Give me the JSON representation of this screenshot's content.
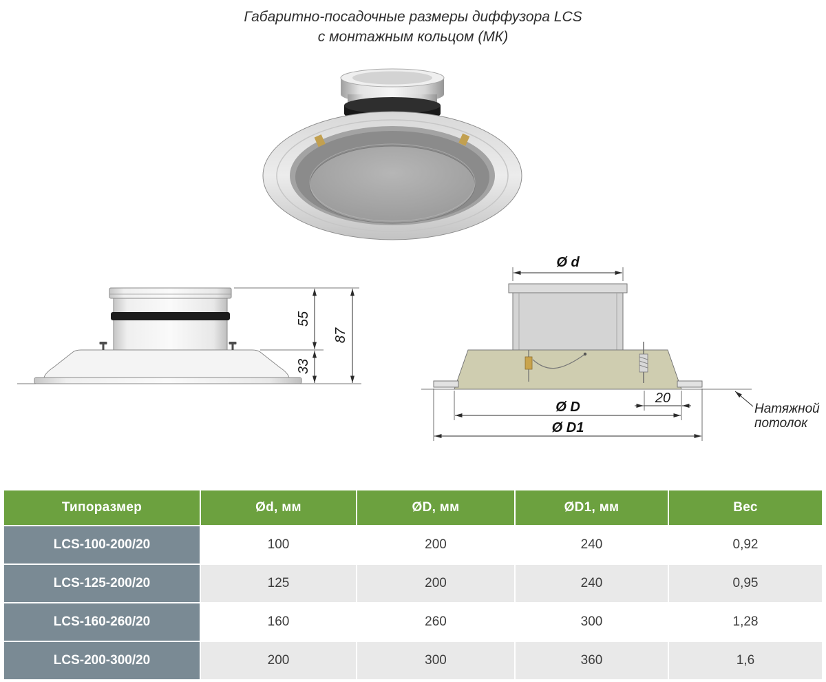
{
  "title": {
    "line1": "Габаритно-посадочные размеры диффузора LCS",
    "line2": "с монтажным кольцом (МК)"
  },
  "side_view": {
    "dim_top": "55",
    "dim_overall": "87",
    "dim_bottom": "33"
  },
  "section_view": {
    "dim_neck": "Ø d",
    "dim_body": "Ø D",
    "dim_flange": "Ø D1",
    "dim_offset": "20",
    "ceiling_label": [
      "Натяжной",
      "потолок"
    ]
  },
  "table": {
    "headers": [
      "Типоразмер",
      "Ød, мм",
      "ØD, мм",
      "ØD1, мм",
      "Вес"
    ],
    "rows": [
      [
        "LCS-100-200/20",
        "100",
        "200",
        "240",
        "0,92"
      ],
      [
        "LCS-125-200/20",
        "125",
        "200",
        "240",
        "0,95"
      ],
      [
        "LCS-160-260/20",
        "160",
        "260",
        "300",
        "1,28"
      ],
      [
        "LCS-200-300/20",
        "200",
        "300",
        "360",
        "1,6"
      ]
    ]
  },
  "colors": {
    "header_green": "#6ca13f",
    "model_slate": "#7a8a94",
    "row_alt": "#e9e9e9"
  }
}
